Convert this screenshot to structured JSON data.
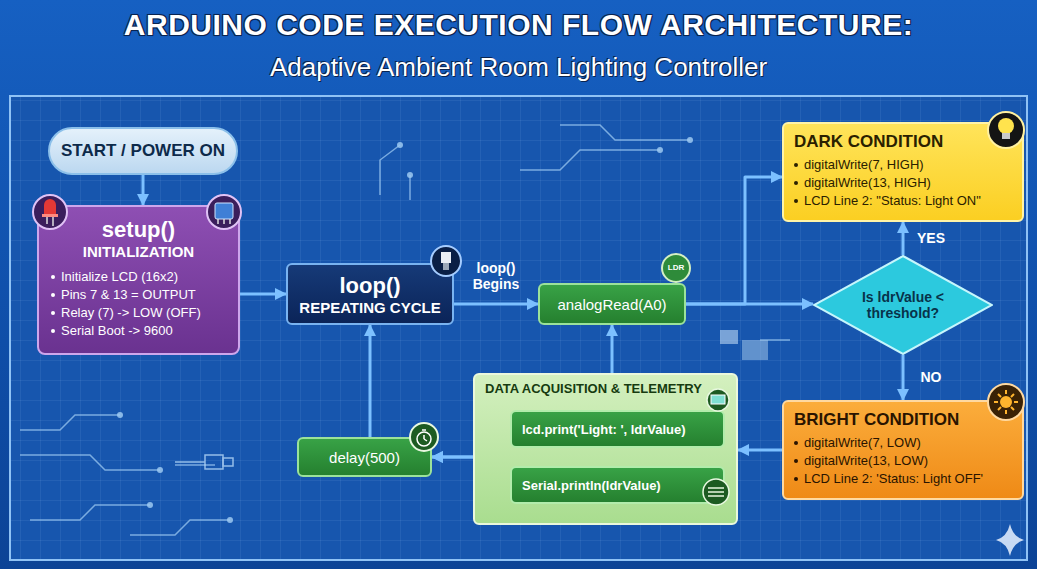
{
  "diagram": {
    "title": "ARDUINO CODE EXECUTION FLOW ARCHITECTURE:",
    "nodes": [
      {
        "text": [
          "START / POWER ON"
        ]
      },
      {
        "text": [
          "setup()",
          "INITIALIZATION",
          "Initialize LCD (16x2)",
          "Pins 7 & 13 = OUTPUT",
          "Relay (7) -> LOW (OFF)",
          "Serial Boot -> 9600"
        ]
      },
      {
        "text": [
          "loop()",
          "REPEATING CYCLE"
        ]
      },
      {
        "text": [
          "analogRead(A0)"
        ]
      },
      {
        "text": [
          "Is ldrValue < threshold?"
        ]
      },
      {
        "text": [
          "DARK CONDITION",
          "digitalWrite(7, HIGH)",
          "digitalWrite(13, HIGH)",
          "LCD Line 2: \"Status: Light ON\""
        ]
      },
      {
        "text": [
          "BRIGHT CONDITION",
          "digitalWrite(7, LOW)",
          "digitalWrite(13, LOW)",
          "LCD Line 2: 'Status: Light OFF'"
        ]
      },
      {
        "text": [
          "DATA ACQUISITION & TELEMETRY"
        ]
      },
      {
        "text": [
          "lcd.print('Light: ', ldrValue)"
        ],
        "in": 7
      },
      {
        "text": [
          "Serial.println(ldrValue)"
        ],
        "in": 7
      },
      {
        "text": [
          "delay(500)"
        ]
      }
    ],
    "edges": [
      {
        "from": 0,
        "to": 1,
        "arrow": "to"
      },
      {
        "from": 1,
        "to": 2,
        "arrow": "to"
      },
      {
        "from": 2,
        "to": 3,
        "label": "loop() Begins",
        "arrow": "to"
      },
      {
        "from": 3,
        "to": 4,
        "arrow": "to"
      },
      {
        "from": 3,
        "to": 5,
        "arrow": "to"
      },
      {
        "from": 4,
        "to": 5,
        "label": "YES",
        "arrow": "to"
      },
      {
        "from": 4,
        "to": 6,
        "label": "NO",
        "arrow": "to"
      },
      {
        "from": 6,
        "to": 7,
        "arrow": "to"
      },
      {
        "from": 7,
        "to": 3,
        "arrow": "to"
      },
      {
        "from": 8,
        "to": 10,
        "arrow": "to"
      },
      {
        "from": 9,
        "to": 10,
        "arrow": "to"
      },
      {
        "from": 10,
        "to": 2,
        "arrow": "to"
      }
    ],
    "labels": [
      "Adaptive Ambient Room Lighting Controller",
      "LDR"
    ]
  }
}
